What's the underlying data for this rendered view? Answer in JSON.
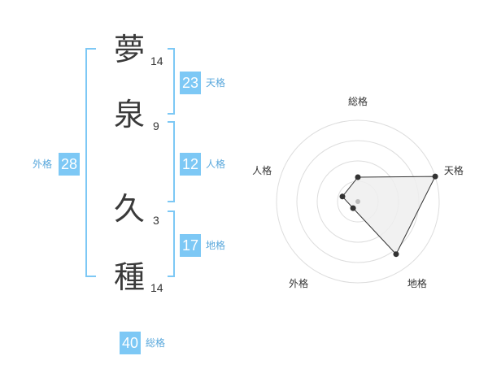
{
  "name": {
    "characters": [
      {
        "char": "夢",
        "strokes": "14"
      },
      {
        "char": "泉",
        "strokes": "9"
      },
      {
        "char": "久",
        "strokes": "3"
      },
      {
        "char": "種",
        "strokes": "14"
      }
    ]
  },
  "fortunes": {
    "tenkaku": {
      "label": "天格",
      "value": "23"
    },
    "jinkaku": {
      "label": "人格",
      "value": "12"
    },
    "chikaku": {
      "label": "地格",
      "value": "17"
    },
    "gaikaku": {
      "label": "外格",
      "value": "28"
    },
    "soukaku": {
      "label": "総格",
      "value": "40"
    }
  },
  "radar": {
    "axes": [
      "総格",
      "天格",
      "地格",
      "外格",
      "人格"
    ],
    "levels": 4,
    "max": 5,
    "scores": [
      1.5,
      5,
      4,
      0.5,
      1
    ],
    "colors": {
      "grid": "#dddddd",
      "fill": "#eeeeee",
      "line": "#333333",
      "point": "#333333",
      "center": "#bbbbbb"
    }
  },
  "colors": {
    "accent": "#7dc8f5",
    "bracket": "#7dc8f5",
    "label": "#5aa8dc"
  }
}
